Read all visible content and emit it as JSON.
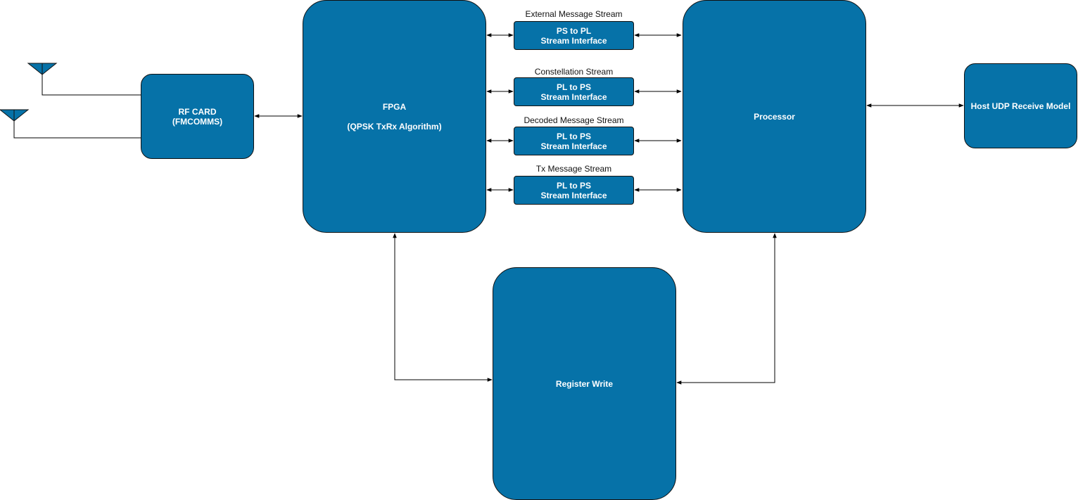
{
  "palette": {
    "block_fill": "#0672a8",
    "block_border": "#111111",
    "block_text": "#ffffff",
    "line": "#000000"
  },
  "blocks": {
    "rf_card": {
      "line1": "RF CARD",
      "line2": "(FMCOMMS)"
    },
    "fpga": {
      "line1": "FPGA",
      "line2": "(QPSK TxRx Algorithm)"
    },
    "processor": {
      "label": "Processor"
    },
    "host": {
      "label": "Host UDP Receive Model"
    },
    "register_write": {
      "label": "Register Write"
    }
  },
  "streams": [
    {
      "caption": "External Message Stream",
      "line1": "PS to PL",
      "line2": "Stream Interface"
    },
    {
      "caption": "Constellation Stream",
      "line1": "PL to PS",
      "line2": "Stream Interface"
    },
    {
      "caption": "Decoded Message Stream",
      "line1": "PL to PS",
      "line2": "Stream Interface"
    },
    {
      "caption": "Tx Message Stream",
      "line1": "PL to PS",
      "line2": "Stream Interface"
    }
  ],
  "antennas": [
    {
      "icon": "antenna-icon"
    },
    {
      "icon": "antenna-icon"
    }
  ]
}
